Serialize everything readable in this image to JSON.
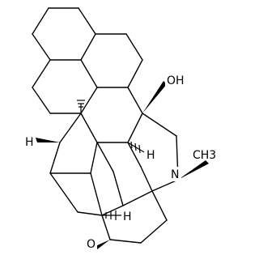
{
  "structure": {
    "atom_labels": {
      "hydroxyl": "OH",
      "nitrogen": "N",
      "oxygen": "O",
      "stereo_h": "H",
      "methyl": "CH3"
    }
  }
}
